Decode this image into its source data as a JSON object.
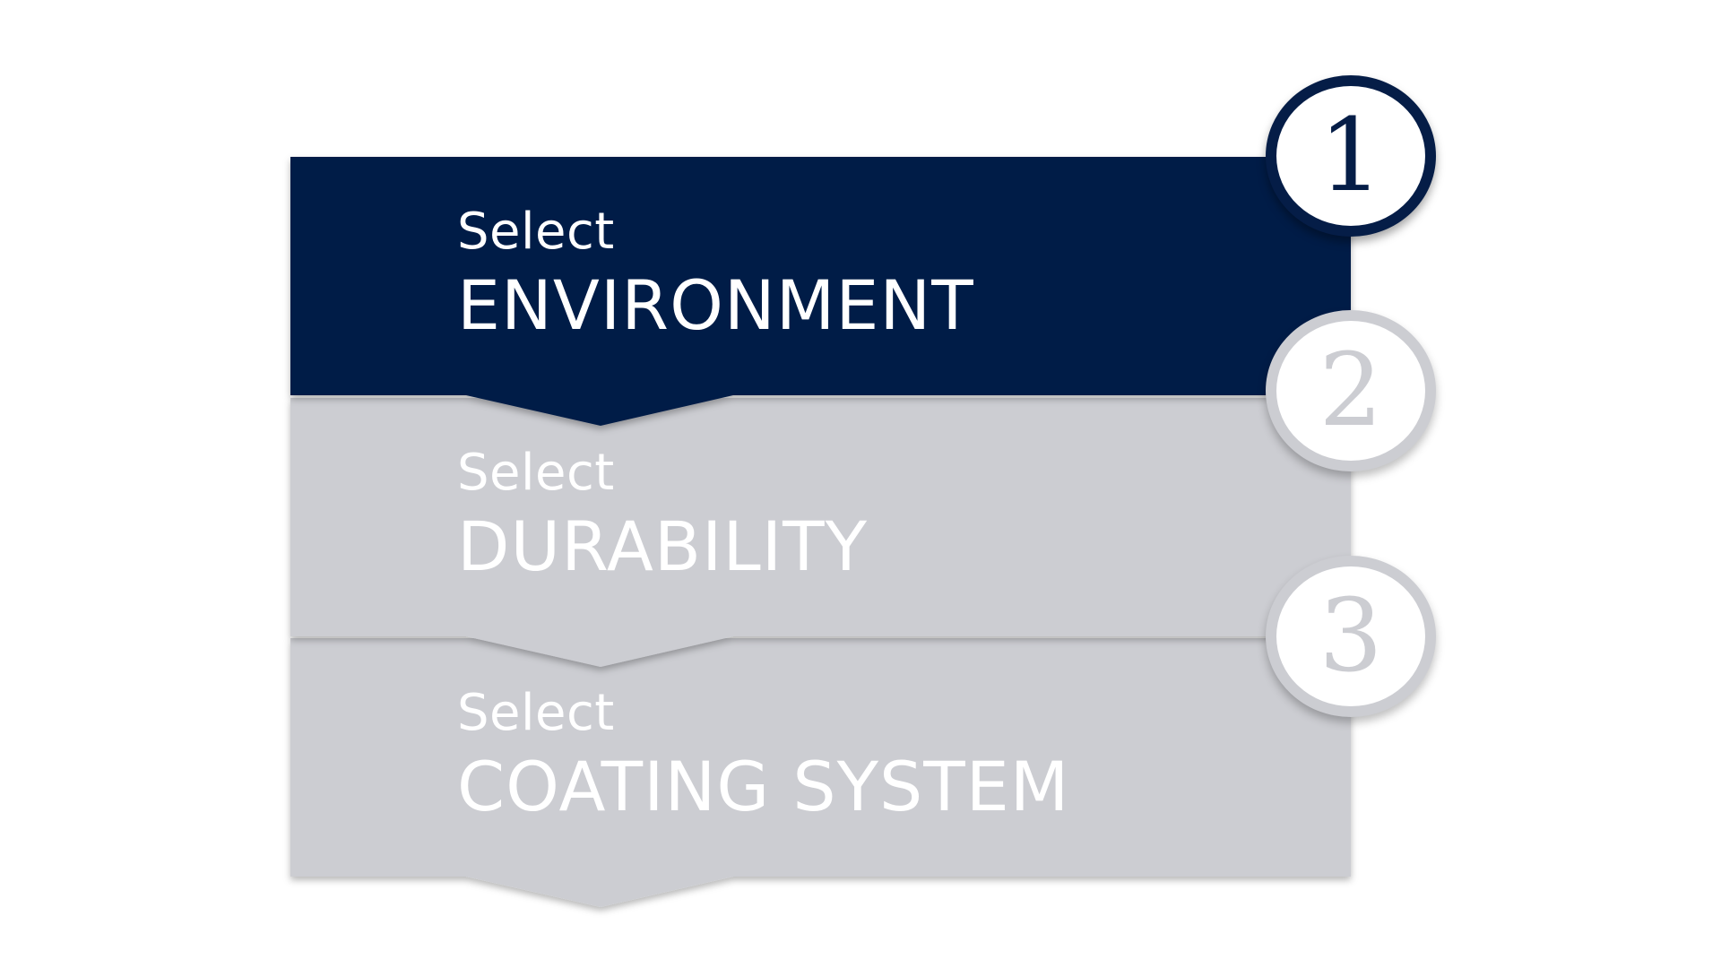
{
  "colors": {
    "active": "#051d47",
    "inactive": "#cccdd2",
    "text": "#ffffff",
    "badge_background": "#ffffff"
  },
  "steps": [
    {
      "number": "1",
      "prefix": "Select",
      "title": "ENVIRONMENT",
      "state": "active"
    },
    {
      "number": "2",
      "prefix": "Select",
      "title": "DURABILITY",
      "state": "inactive"
    },
    {
      "number": "3",
      "prefix": "Select",
      "title": "COATING SYSTEM",
      "state": "inactive"
    }
  ]
}
